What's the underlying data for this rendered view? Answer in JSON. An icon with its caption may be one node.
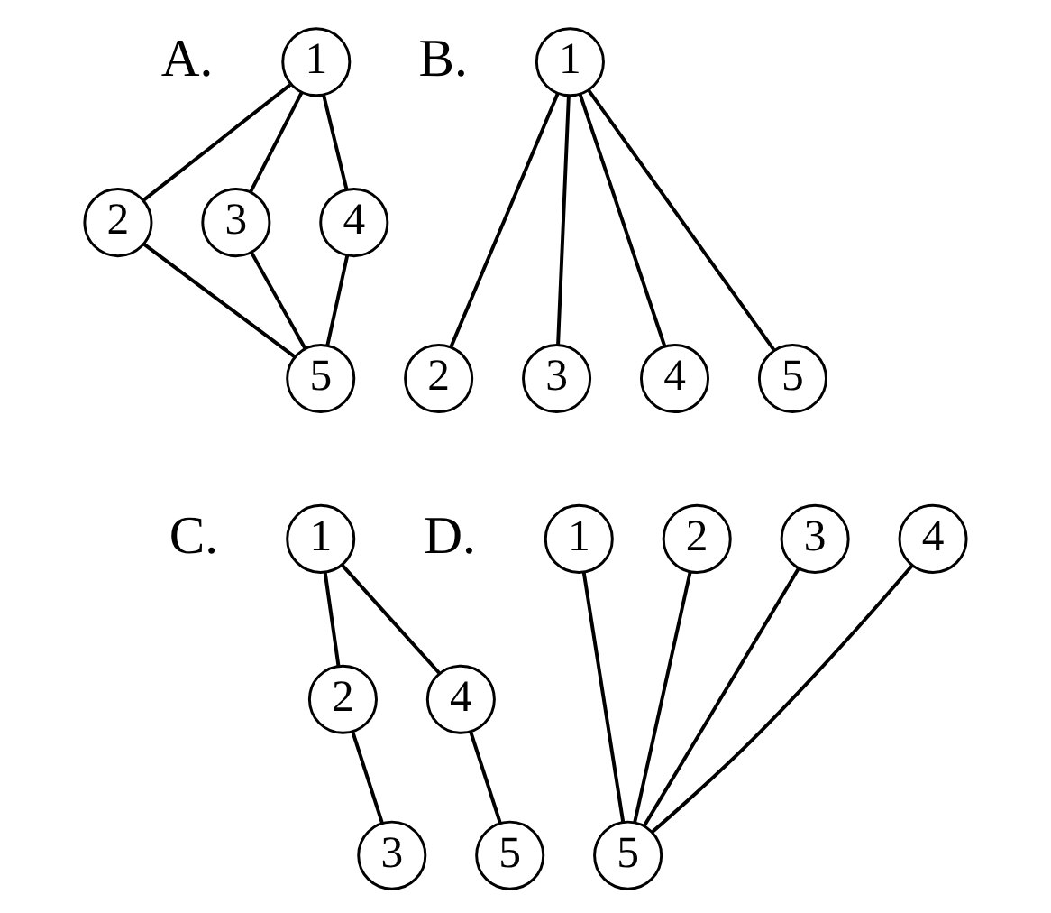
{
  "diagram": {
    "nodes": [
      {
        "text": [
          "1"
        ]
      },
      {
        "text": [
          "2"
        ]
      },
      {
        "text": [
          "3"
        ]
      },
      {
        "text": [
          "4"
        ]
      },
      {
        "text": [
          "5"
        ]
      },
      {
        "text": [
          "1"
        ]
      },
      {
        "text": [
          "2"
        ]
      },
      {
        "text": [
          "3"
        ]
      },
      {
        "text": [
          "4"
        ]
      },
      {
        "text": [
          "5"
        ]
      },
      {
        "text": [
          "1"
        ]
      },
      {
        "text": [
          "2"
        ]
      },
      {
        "text": [
          "4"
        ]
      },
      {
        "text": [
          "3"
        ]
      },
      {
        "text": [
          "5"
        ]
      },
      {
        "text": [
          "1"
        ]
      },
      {
        "text": [
          "2"
        ]
      },
      {
        "text": [
          "3"
        ]
      },
      {
        "text": [
          "4"
        ]
      },
      {
        "text": [
          "5"
        ]
      }
    ],
    "edges": [
      {
        "from": 0,
        "to": 1,
        "arrow": "none"
      },
      {
        "from": 0,
        "to": 2,
        "arrow": "none"
      },
      {
        "from": 0,
        "to": 3,
        "arrow": "none"
      },
      {
        "from": 1,
        "to": 4,
        "arrow": "none"
      },
      {
        "from": 2,
        "to": 4,
        "arrow": "none"
      },
      {
        "from": 3,
        "to": 4,
        "arrow": "none"
      },
      {
        "from": 5,
        "to": 6,
        "arrow": "none"
      },
      {
        "from": 5,
        "to": 7,
        "arrow": "none"
      },
      {
        "from": 5,
        "to": 8,
        "arrow": "none"
      },
      {
        "from": 5,
        "to": 9,
        "arrow": "none"
      },
      {
        "from": 10,
        "to": 11,
        "arrow": "none"
      },
      {
        "from": 10,
        "to": 12,
        "arrow": "none"
      },
      {
        "from": 11,
        "to": 13,
        "arrow": "none"
      },
      {
        "from": 12,
        "to": 14,
        "arrow": "none"
      },
      {
        "from": 15,
        "to": 19,
        "arrow": "none"
      },
      {
        "from": 16,
        "to": 19,
        "arrow": "none"
      },
      {
        "from": 17,
        "to": 19,
        "arrow": "none"
      },
      {
        "from": 18,
        "to": 19,
        "arrow": "none"
      }
    ],
    "labels": [
      "A.",
      "B.",
      "C.",
      "D."
    ]
  }
}
